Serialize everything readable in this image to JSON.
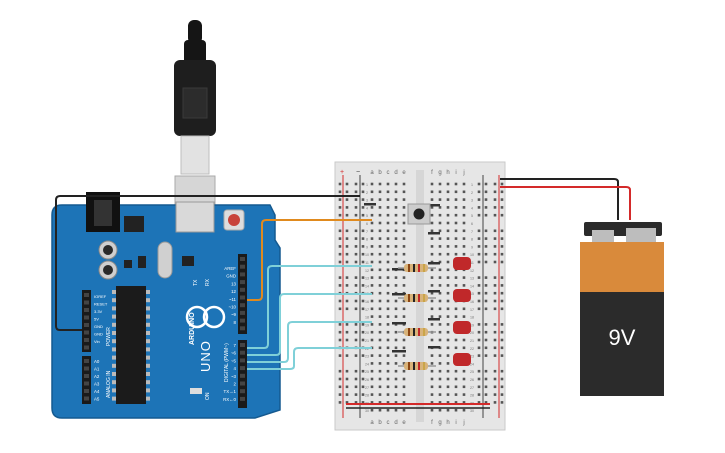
{
  "arduino": {
    "brand": "ARDUINO",
    "model": "UNO",
    "digital_label": "DIGITAL (PWM~)",
    "power_label": "POWER",
    "analog_label": "ANALOG IN",
    "on_label": "ON",
    "tx_label": "TX",
    "rx_label": "RX",
    "left_pins": [
      "IOREF",
      "RESET",
      "3.3V",
      "5V",
      "GND",
      "GND",
      "Vin"
    ],
    "analog_pins": [
      "A0",
      "A1",
      "A2",
      "A3",
      "A4",
      "A5"
    ],
    "top_digital_pins": [
      "AREF",
      "GND",
      "13",
      "12",
      "~11",
      "~10",
      "~9",
      "8"
    ],
    "bottom_digital_pins": [
      "7",
      "~6",
      "~5",
      "4",
      "~3",
      "2",
      "TX→1",
      "RX←0"
    ]
  },
  "breadboard": {
    "columns": [
      "a",
      "b",
      "c",
      "d",
      "e",
      "f",
      "g",
      "h",
      "i",
      "j"
    ],
    "row_numbers": [
      "1",
      "2",
      "3",
      "4",
      "5",
      "6",
      "7",
      "8",
      "9",
      "10",
      "11",
      "12",
      "13",
      "14",
      "15",
      "16",
      "17",
      "18",
      "19",
      "20",
      "21",
      "22",
      "23",
      "24",
      "25",
      "26",
      "27",
      "28",
      "29",
      "30"
    ],
    "rail_plus": "+",
    "rail_minus": "−"
  },
  "battery": {
    "label": "9V",
    "top_color": "#d98a3b",
    "body_color": "#2b2b2b"
  },
  "colors": {
    "board_blue": "#1d74b7",
    "wire_black": "#222222",
    "wire_red": "#d42a2a",
    "wire_orange": "#e08a1e",
    "wire_cyan": "#7fd0d8",
    "led_red": "#c0282a",
    "breadboard": "#e6e6e6"
  }
}
